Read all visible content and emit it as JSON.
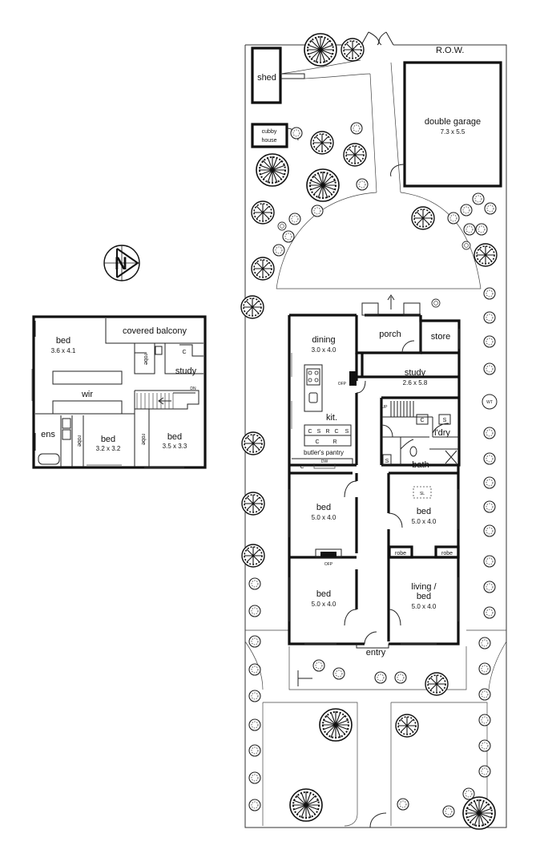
{
  "row_label": "R.O.W.",
  "compass": {
    "letter": "N"
  },
  "site": {
    "shed": "shed",
    "cubby": [
      "cubby",
      "house"
    ],
    "garage": {
      "name": "double garage",
      "dim": "7.3 x 5.5"
    },
    "wt": "WT"
  },
  "upper_floor": {
    "bed_main": {
      "name": "bed",
      "dim": "3.6 x 4.1"
    },
    "covered_balcony": "covered balcony",
    "robe_top": "robe",
    "c": "C",
    "study": "study",
    "wir": "wir",
    "dn": "DN",
    "ens": "ens",
    "robe_left": "robe",
    "bed2": {
      "name": "bed",
      "dim": "3.2 x 3.2"
    },
    "robe_mid": "robe",
    "bed3": {
      "name": "bed",
      "dim": "3.5 x 3.3"
    }
  },
  "ground_floor": {
    "porch": "porch",
    "store": "store",
    "dining": {
      "name": "dining",
      "dim": "3.0 x 4.0"
    },
    "study": {
      "name": "study",
      "dim": "2.6 x 5.8"
    },
    "ofp_top": "OFP",
    "up": "UP",
    "kit": "kit.",
    "pantry_codes": [
      "C",
      "S",
      "R",
      "C",
      "S"
    ],
    "pantry_codes_row2": [
      "C",
      "R"
    ],
    "butlers_pantry": "butler's pantry",
    "dw": "DW",
    "c_pantry": "C",
    "laundry": "l'dry",
    "c_laundry": "C",
    "s_laundry": "S",
    "s_bath": "S",
    "bath": "bath",
    "bed_mid_left": {
      "name": "bed",
      "dim": "5.0 x 4.0"
    },
    "bed_mid_right": {
      "name": "bed",
      "dim": "5.0 x 4.0"
    },
    "sl": "SL",
    "robe_a": "robe",
    "robe_b": "robe",
    "ofp_bottom": "OFP",
    "bed_front_left": {
      "name": "bed",
      "dim": "5.0 x 4.0"
    },
    "living_bed": {
      "name": "living /",
      "name2": "bed",
      "dim": "5.0 x 4.0"
    },
    "entry": "entry"
  }
}
